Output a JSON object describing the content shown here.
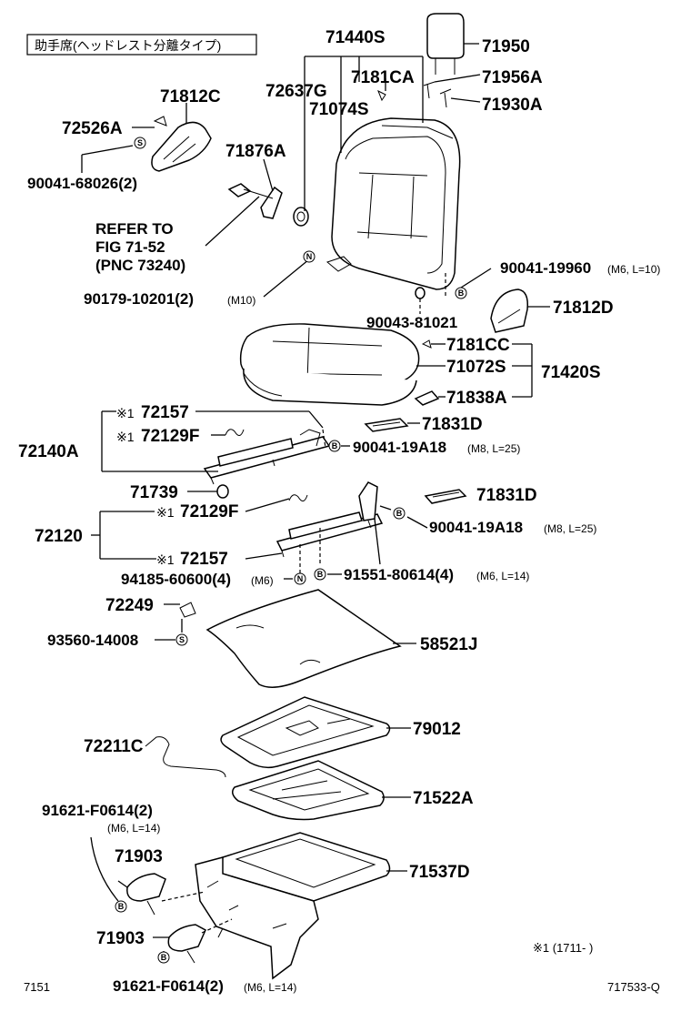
{
  "header": {
    "title": "助手席(ヘッドレスト分離タイプ)"
  },
  "labels": {
    "p71440S": "71440S",
    "p71950": "71950",
    "p7181CA": "7181CA",
    "p71956A": "71956A",
    "p72637G": "72637G",
    "p71074S": "71074S",
    "p71930A": "71930A",
    "p71812C": "71812C",
    "p72526A": "72526A",
    "p90041_68026": "90041-68026(2)",
    "p71876A": "71876A",
    "refer1": "REFER TO",
    "refer2": "FIG 71-52",
    "refer3": "(PNC 73240)",
    "p90041_19960": "90041-19960",
    "p90041_19960_spec": "(M6, L=10)",
    "p90179": "90179-10201(2)",
    "p90179_spec": "(M10)",
    "p90043": "90043-81021",
    "p71812D": "71812D",
    "p7181CC": "7181CC",
    "p71072S": "71072S",
    "p71420S": "71420S",
    "p71838A": "71838A",
    "p72157a": "72157",
    "p72129Fa": "72129F",
    "p72140A": "72140A",
    "p71831Da": "71831D",
    "p90041_19A18a": "90041-19A18",
    "p90041_19A18a_spec": "(M8, L=25)",
    "p71739": "71739",
    "p71831Db": "71831D",
    "p72129Fb": "72129F",
    "p72120": "72120",
    "p90041_19A18b": "90041-19A18",
    "p90041_19A18b_spec": "(M8, L=25)",
    "p72157b": "72157",
    "p94185": "94185-60600(4)",
    "p94185_spec": "(M6)",
    "p91551": "91551-80614(4)",
    "p91551_spec": "(M6, L=14)",
    "p72249": "72249",
    "p93560": "93560-14008",
    "p58521J": "58521J",
    "p72211C": "72211C",
    "p79012": "79012",
    "p71522A": "71522A",
    "p91621a": "91621-F0614(2)",
    "p91621a_spec": "(M6, L=14)",
    "p71903a": "71903",
    "p71537D": "71537D",
    "p71903b": "71903",
    "p91621b": "91621-F0614(2)",
    "p91621b_spec": "(M6, L=14)",
    "note_mark": "※1",
    "note_text": "※1  (1711-      )"
  },
  "markers": {
    "S": "S",
    "N": "N",
    "B": "B"
  },
  "footer": {
    "left": "7151",
    "right": "717533-Q"
  }
}
